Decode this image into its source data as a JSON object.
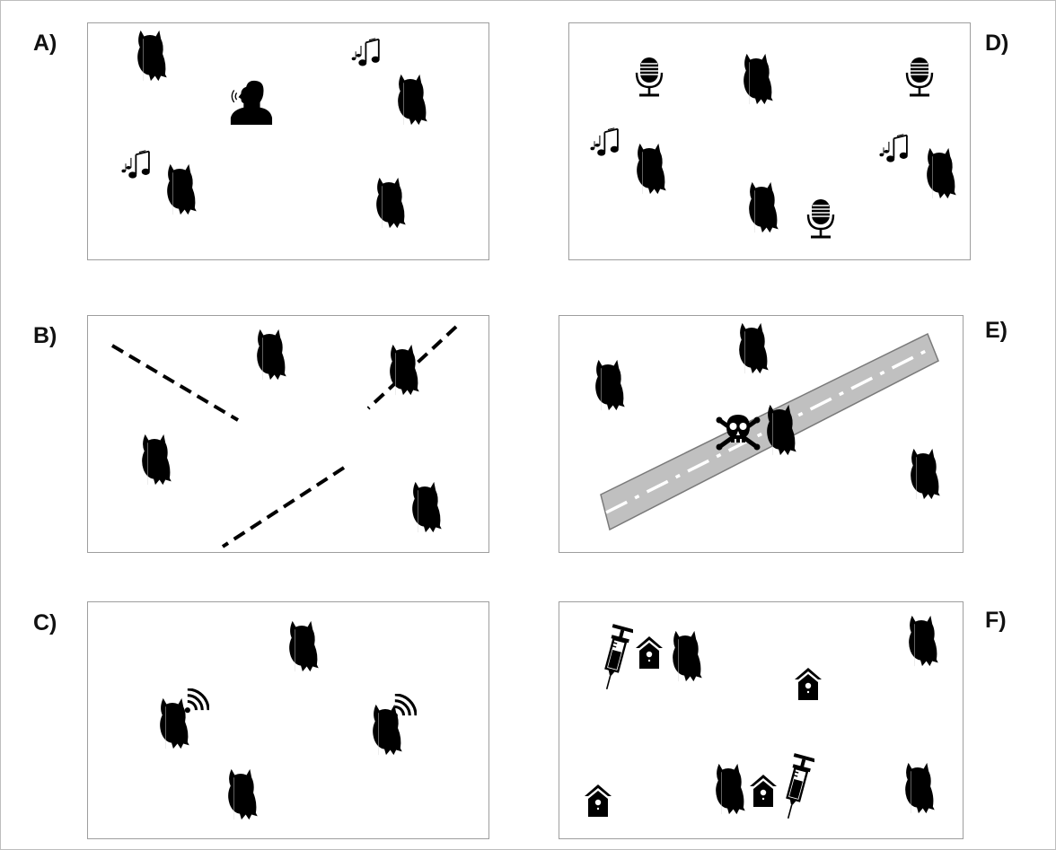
{
  "panels": [
    {
      "id": "A",
      "label": "A)",
      "icons": [
        "owl-icon",
        "owl-icon",
        "owl-icon",
        "owl-icon",
        "music-notes-icon",
        "music-notes-icon",
        "human-head-icon"
      ]
    },
    {
      "id": "B",
      "label": "B)",
      "icons": [
        "owl-icon",
        "owl-icon",
        "owl-icon",
        "owl-icon",
        "dashed-line-icon",
        "dashed-line-icon",
        "dashed-line-icon"
      ]
    },
    {
      "id": "C",
      "label": "C)",
      "icons": [
        "owl-icon",
        "owl-icon",
        "owl-icon",
        "owl-icon",
        "radio-signal-icon",
        "radio-signal-icon"
      ]
    },
    {
      "id": "D",
      "label": "D)",
      "icons": [
        "owl-icon",
        "owl-icon",
        "owl-icon",
        "owl-icon",
        "microphone-icon",
        "microphone-icon",
        "microphone-icon",
        "music-notes-icon",
        "music-notes-icon"
      ]
    },
    {
      "id": "E",
      "label": "E)",
      "icons": [
        "owl-icon",
        "owl-icon",
        "owl-icon",
        "owl-icon",
        "road-icon",
        "skull-crossbones-icon"
      ]
    },
    {
      "id": "F",
      "label": "F)",
      "icons": [
        "owl-icon",
        "owl-icon",
        "owl-icon",
        "owl-icon",
        "syringe-icon",
        "syringe-icon",
        "nest-box-icon",
        "nest-box-icon",
        "nest-box-icon",
        "nest-box-icon"
      ]
    }
  ],
  "colors": {
    "icon": "#000000",
    "road": "#c0c0c0",
    "road_edge": "#7a7a7a",
    "road_line": "#ffffff",
    "panel_border": "#9e9e9e"
  }
}
